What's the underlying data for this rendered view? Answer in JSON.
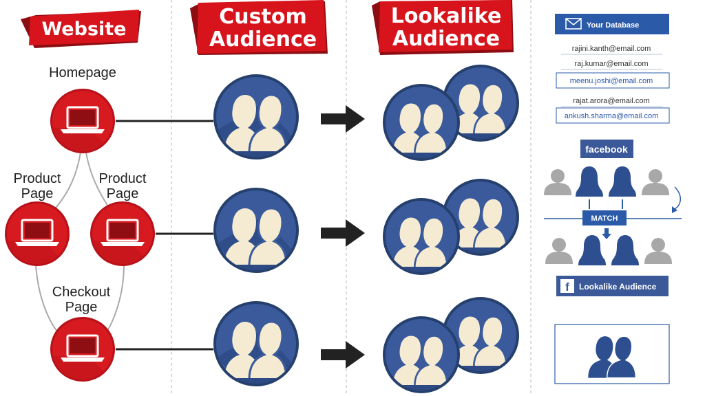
{
  "columns": {
    "website": "Website",
    "custom_audience": [
      "Custom",
      "Audience"
    ],
    "lookalike_audience": [
      "Lookalike",
      "Audience"
    ]
  },
  "funnel": {
    "homepage": "Homepage",
    "product_page_left": [
      "Product",
      "Page"
    ],
    "product_page_right": [
      "Product",
      "Page"
    ],
    "checkout_page": [
      "Checkout",
      "Page"
    ]
  },
  "database": {
    "title": "Your Database",
    "emails": [
      "rajini.kanth@email.com",
      "raj.kumar@email.com",
      "meenu.joshi@email.com",
      "rajat.arora@email.com",
      "ankush.sharma@email.com"
    ]
  },
  "facebook_logo": "facebook",
  "match_label": "MATCH",
  "lookalike_badge": "Lookalike Audience",
  "colors": {
    "banner_red": "#d7141c",
    "facebook_blue": "#3b5998",
    "circle_blue": "#3a5a9b",
    "people_cream": "#f5ebd3",
    "node_red": "#d61a1f"
  }
}
